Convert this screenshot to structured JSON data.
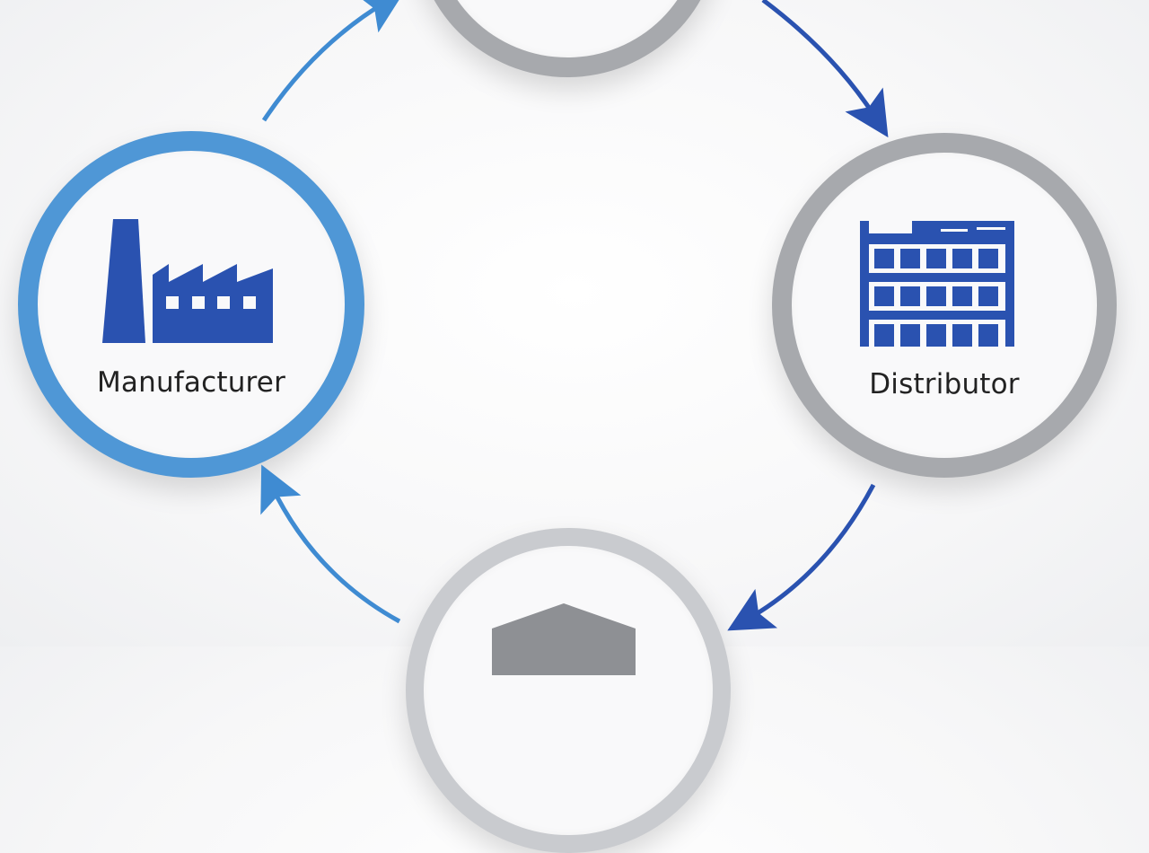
{
  "diagram": {
    "nodes": [
      {
        "id": "top",
        "label": "",
        "icon": "unknown-icon"
      },
      {
        "id": "manufacturer",
        "label": "Manufacturer",
        "icon": "factory-icon"
      },
      {
        "id": "distributor",
        "label": "Distributor",
        "icon": "warehouse-icon"
      },
      {
        "id": "bottom",
        "label": "",
        "icon": "hexagon-box-icon"
      }
    ],
    "edges": [
      {
        "from": "manufacturer",
        "to": "top"
      },
      {
        "from": "top",
        "to": "distributor"
      },
      {
        "from": "distributor",
        "to": "bottom"
      },
      {
        "from": "bottom",
        "to": "manufacturer"
      }
    ],
    "colors": {
      "primary_blue": "#2a52b0",
      "light_blue": "#4f97d6",
      "gray_ring": "#a7a9ad",
      "light_gray_ring": "#c9cbcf",
      "hexagon_gray": "#8e9094"
    }
  }
}
